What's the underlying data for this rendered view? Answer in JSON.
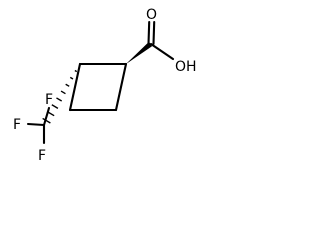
{
  "molecule": {
    "atoms": {
      "carbonyl_oxygen": "O",
      "hydroxyl": "OH",
      "fluorine_1": "F",
      "fluorine_2": "F",
      "fluorine_3": "F"
    }
  },
  "colors": {
    "bond": "#000000",
    "label": "#000000",
    "background": "#ffffff"
  }
}
